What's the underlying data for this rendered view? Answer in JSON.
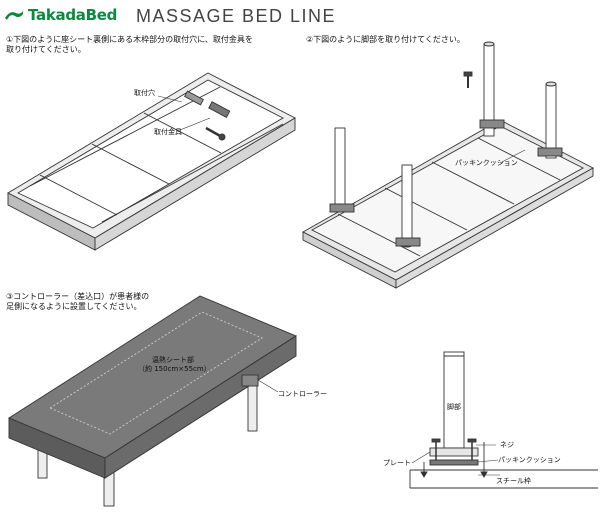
{
  "header": {
    "logo_text": "TakadaBed",
    "title": "MASSAGE BED LINE",
    "brand_color": "#0a8a3e"
  },
  "step1": {
    "text_line1": "①下図のように座シート裏側にある木枠部分の取付穴に、取付金具を",
    "text_line2": "取り付けてください。",
    "label_hole": "取付穴",
    "label_bracket": "取付金具"
  },
  "step2": {
    "text": "②下図のように脚部を取り付けてください。",
    "label_cushion": "パッキンクッション"
  },
  "step3": {
    "text_line1": "③コントローラー（差込口）が患者様の",
    "text_line2": "足側になるように設置してください。",
    "label_heater_line1": "温熱シート部",
    "label_heater_line2": "（約 150cm×55cm）",
    "label_controller": "コントローラー"
  },
  "detail": {
    "label_leg": "脚部",
    "label_screw": "ネジ",
    "label_plate": "プレート",
    "label_cushion": "パッキンクッション",
    "label_frame": "スチール枠"
  }
}
